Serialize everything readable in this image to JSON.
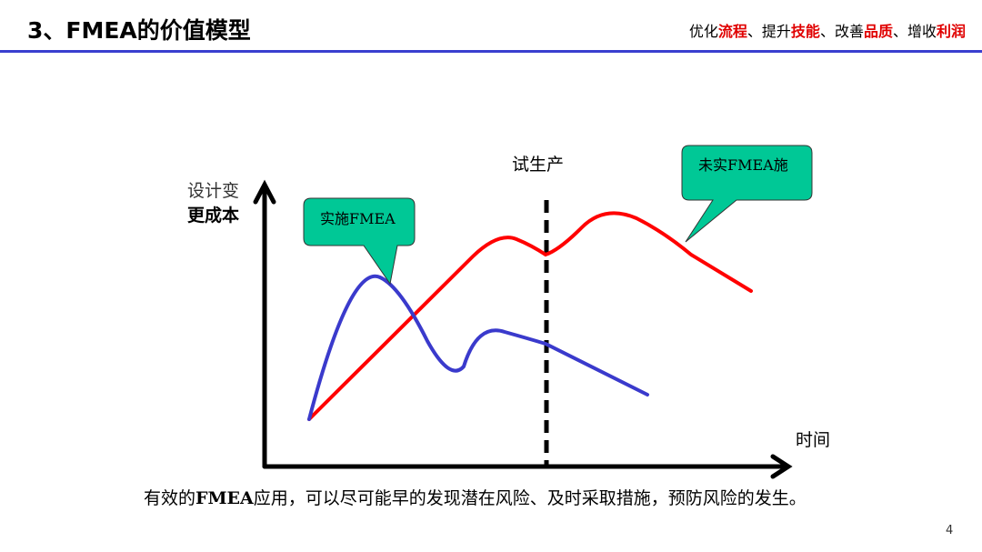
{
  "header": {
    "title": "3、FMEA的价值模型",
    "tagline": [
      {
        "text": "优化",
        "highlight": false
      },
      {
        "text": "流程",
        "highlight": true
      },
      {
        "text": "、提升",
        "highlight": false
      },
      {
        "text": "技能",
        "highlight": true
      },
      {
        "text": "、改善",
        "highlight": false
      },
      {
        "text": "品质",
        "highlight": true
      },
      {
        "text": "、增收",
        "highlight": false
      },
      {
        "text": "利润",
        "highlight": true
      }
    ]
  },
  "diagram": {
    "y_label_line1": "设计变",
    "y_label_line2": "更成本",
    "x_label": "时间",
    "milestone_label": "试生产",
    "callout_with": "实施FMEA",
    "callout_without": "未实FMEA施",
    "colors": {
      "with_fmea": "#3a3acc",
      "without_fmea": "#ff0000",
      "callout": "#00c896"
    }
  },
  "caption": {
    "pre": "有效的",
    "bold": "FMEA",
    "post": "应用，可以尽可能早的发现潜在风险、及时采取措施，预防风险的发生。"
  },
  "page_number": "4"
}
